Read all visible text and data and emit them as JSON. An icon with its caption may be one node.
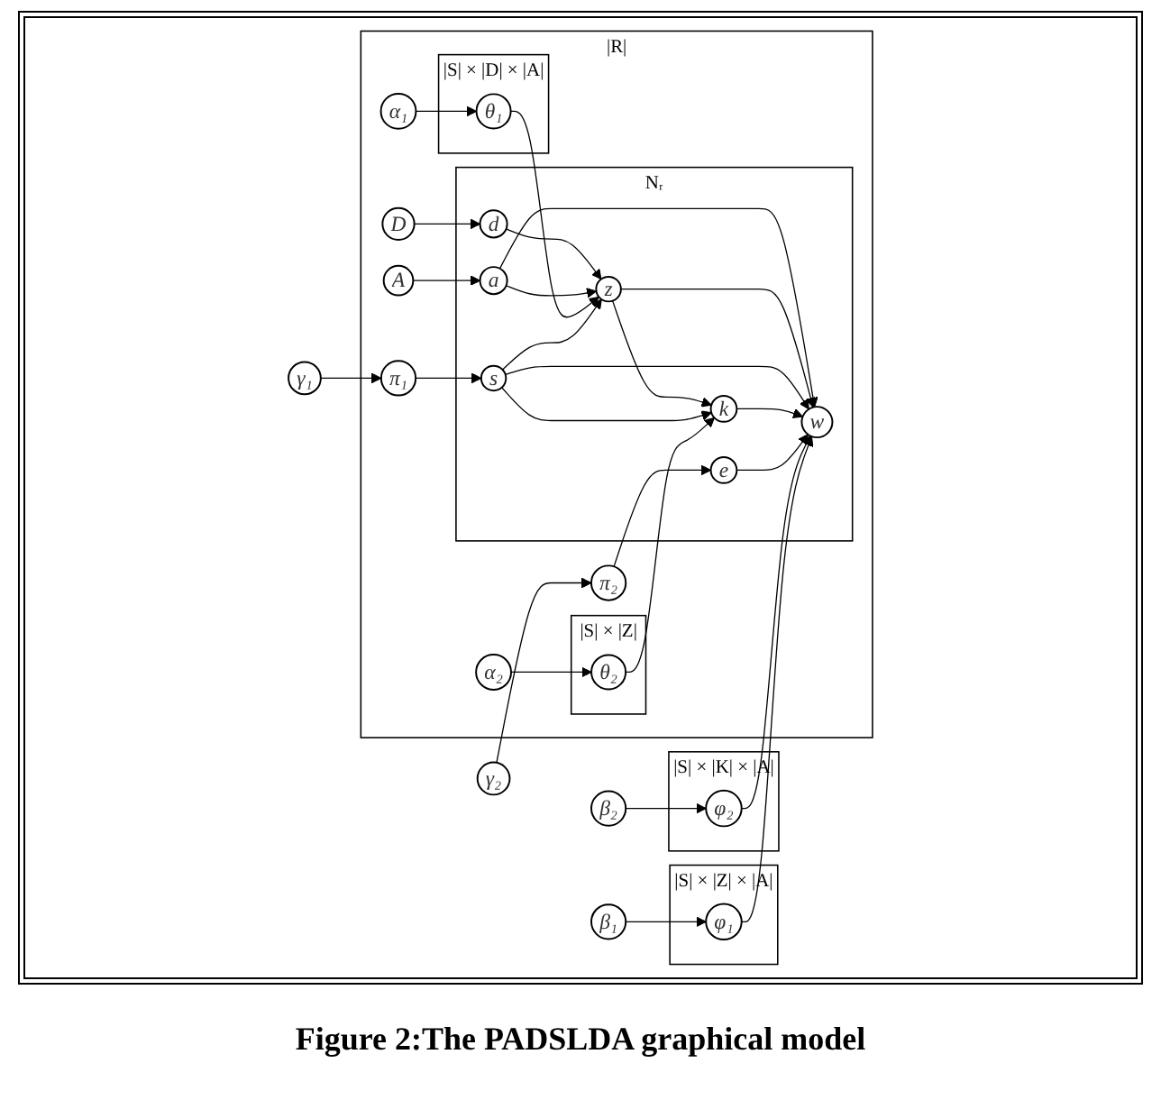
{
  "diagram": {
    "caption": "Figure 2:The PADSLDA graphical model",
    "nodes": [
      {
        "text": [
          "|R|"
        ]
      },
      {
        "text": [
          "D"
        ],
        "in": 0
      },
      {
        "text": [
          "A"
        ],
        "in": 0
      },
      {
        "text": [
          "Nᵣ"
        ],
        "in": 0
      },
      {
        "text": [
          "d"
        ],
        "in": 3
      },
      {
        "text": [
          "a"
        ],
        "in": 3
      },
      {
        "text": [
          "z"
        ],
        "in": 3
      },
      {
        "text": [
          "s"
        ],
        "in": 3
      },
      {
        "text": [
          "k"
        ],
        "in": 3
      },
      {
        "text": [
          "w"
        ],
        "in": 3
      },
      {
        "text": [
          "e"
        ],
        "in": 3
      },
      {
        "text": [
          "α₁"
        ],
        "in": 0
      },
      {
        "text": [
          "|S| × |D| × |A|"
        ],
        "in": 0
      },
      {
        "text": [
          "θ₁"
        ],
        "in": 12
      },
      {
        "text": [
          "π₁"
        ],
        "in": 0
      },
      {
        "text": [
          "γ₁"
        ]
      },
      {
        "text": [
          "α₂"
        ],
        "in": 0
      },
      {
        "text": [
          "|S| × |Z|"
        ],
        "in": 0
      },
      {
        "text": [
          "θ₂"
        ],
        "in": 17
      },
      {
        "text": [
          "π₂"
        ],
        "in": 0
      },
      {
        "text": [
          "γ₂"
        ]
      },
      {
        "text": [
          "β₂"
        ]
      },
      {
        "text": [
          "|S| × |K| × |A|"
        ]
      },
      {
        "text": [
          "φ₂"
        ],
        "in": 22
      },
      {
        "text": [
          "|S| × |Z| × |A|"
        ]
      },
      {
        "text": [
          "φ₁"
        ],
        "in": 24
      },
      {
        "text": [
          "β₁"
        ]
      }
    ],
    "edges": [
      {
        "from": 1,
        "to": 4,
        "arrow": "to"
      },
      {
        "from": 2,
        "to": 5,
        "arrow": "to"
      },
      {
        "from": 4,
        "to": 6,
        "arrow": "to"
      },
      {
        "from": 5,
        "to": 6,
        "arrow": "to"
      },
      {
        "from": 5,
        "to": 9,
        "arrow": "to"
      },
      {
        "from": 11,
        "to": 13,
        "arrow": "to"
      },
      {
        "from": 13,
        "to": 6,
        "arrow": "to"
      },
      {
        "from": 7,
        "to": 6,
        "arrow": "to"
      },
      {
        "from": 14,
        "to": 7,
        "arrow": "to"
      },
      {
        "from": 15,
        "to": 14,
        "arrow": "to"
      },
      {
        "from": 6,
        "to": 8,
        "arrow": "to"
      },
      {
        "from": 6,
        "to": 9,
        "arrow": "to"
      },
      {
        "from": 7,
        "to": 8,
        "arrow": "to"
      },
      {
        "from": 7,
        "to": 9,
        "arrow": "to"
      },
      {
        "from": 16,
        "to": 18,
        "arrow": "to"
      },
      {
        "from": 18,
        "to": 8,
        "arrow": "to"
      },
      {
        "from": 8,
        "to": 9,
        "arrow": "to"
      },
      {
        "from": 10,
        "to": 9,
        "arrow": "to"
      },
      {
        "from": 19,
        "to": 10,
        "arrow": "to"
      },
      {
        "from": 20,
        "to": 19,
        "arrow": "to"
      },
      {
        "from": 21,
        "to": 23,
        "arrow": "to"
      },
      {
        "from": 23,
        "to": 9,
        "arrow": "to"
      },
      {
        "from": 25,
        "to": 9,
        "arrow": "to"
      },
      {
        "from": 26,
        "to": 25,
        "arrow": "to"
      }
    ]
  }
}
